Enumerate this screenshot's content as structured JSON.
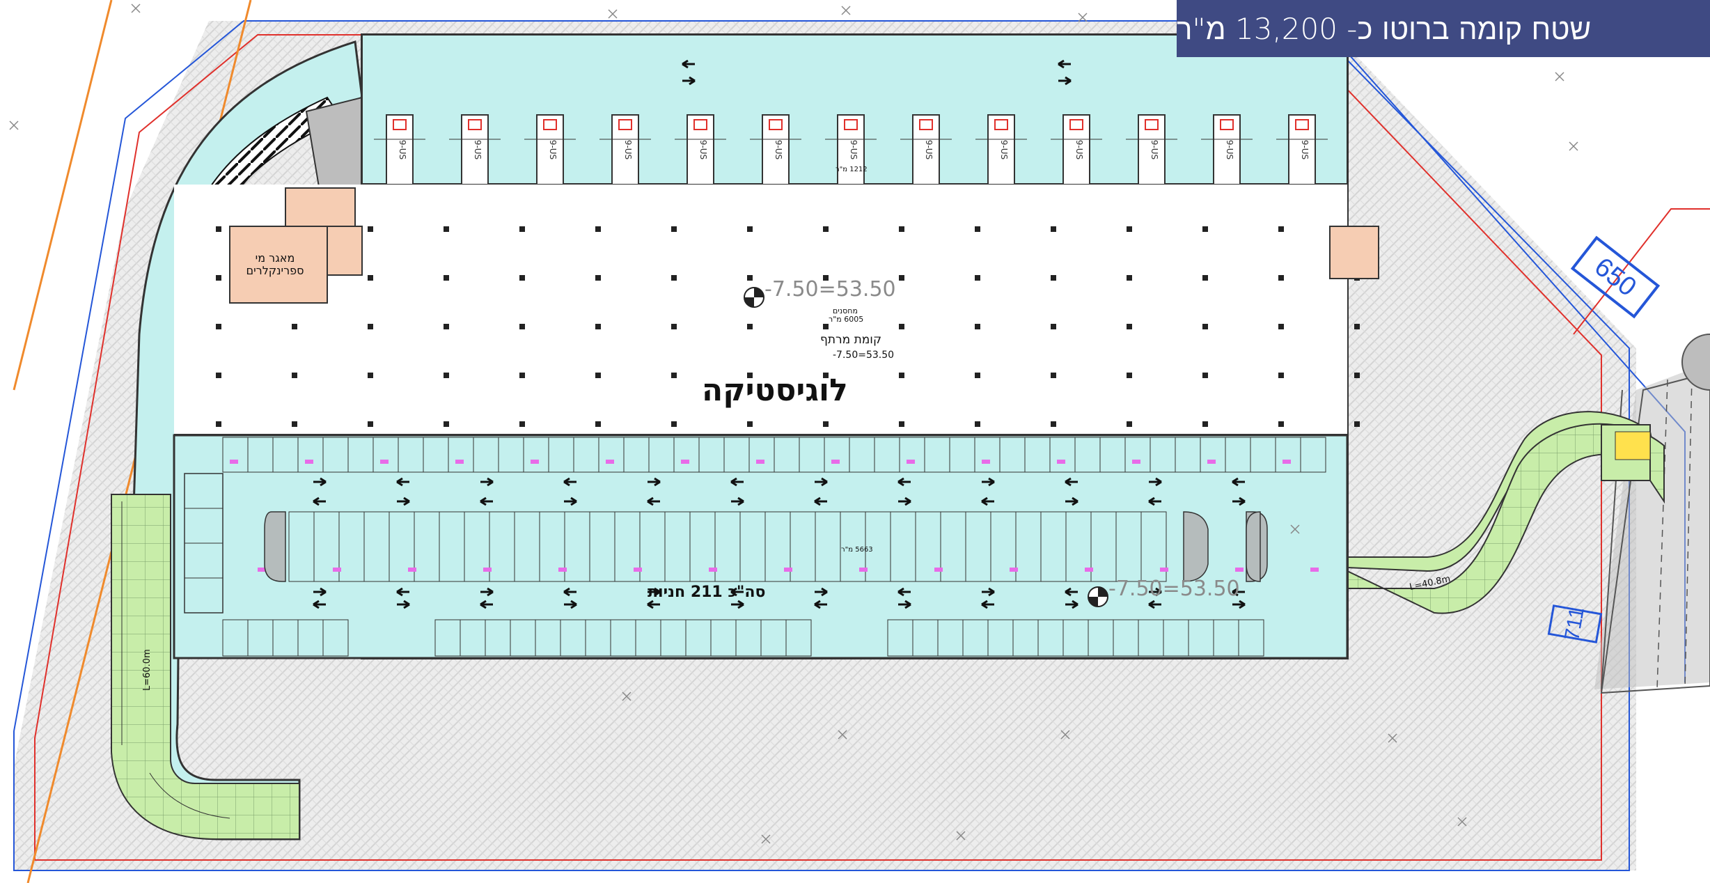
{
  "header": {
    "title": "שטח קומה ברוטו כ- 13,200 מ\"ר"
  },
  "road_badges": {
    "road_650": "650",
    "road_711": "711"
  },
  "zones": {
    "logistics_label": "לוגיסטיקה",
    "basement_floor": "קומת מרתף",
    "basement_level": "-7.50=53.50",
    "storage_area": "6005 מ\"ר",
    "storage_title": "מחסנים",
    "parking_total": "סה\"כ 211 חניות",
    "parking_area_note": "5663 מ\"ר",
    "truck_bays_area": "1212 מ\"ר",
    "sprinkler_room_line1": "מאגר מי",
    "sprinkler_room_line2": "ספרינקלרים"
  },
  "elevation_markers": {
    "center": "-7.50=53.50",
    "parking": "-7.50=53.50"
  },
  "ramps": {
    "right_ramp_length": "L=40.8m",
    "left_ramp_length": "L=60.0m"
  },
  "truck_bay_label": "9-US",
  "colors": {
    "title_bg": "#3f4a83",
    "parking_fill": "#c4f0ee",
    "ramp_fill": "#c8eda9",
    "core_fill": "#f6cdb3",
    "road_blue": "#2456d8",
    "boundary_red": "#e0302b",
    "orange_line": "#f08a2c",
    "ground_hatch": "#e6e6e6"
  }
}
